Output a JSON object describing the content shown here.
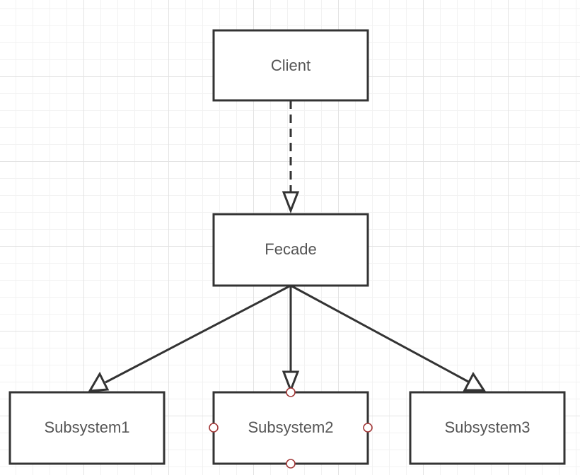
{
  "diagram": {
    "type": "uml-class-diagram",
    "nodes": [
      {
        "id": "client",
        "label": "Client"
      },
      {
        "id": "fecade",
        "label": "Fecade"
      },
      {
        "id": "subsystem1",
        "label": "Subsystem1"
      },
      {
        "id": "subsystem2",
        "label": "Subsystem2",
        "selected": true
      },
      {
        "id": "subsystem3",
        "label": "Subsystem3"
      }
    ],
    "edges": [
      {
        "from": "client",
        "to": "fecade",
        "style": "dashed",
        "arrow": "hollow-triangle"
      },
      {
        "from": "fecade",
        "to": "subsystem1",
        "style": "solid",
        "arrow": "hollow-triangle"
      },
      {
        "from": "fecade",
        "to": "subsystem2",
        "style": "solid",
        "arrow": "hollow-triangle"
      },
      {
        "from": "fecade",
        "to": "subsystem3",
        "style": "solid",
        "arrow": "hollow-triangle"
      }
    ]
  },
  "colors": {
    "box_stroke": "#333333",
    "label_text": "#555555",
    "grid_line": "#e3e3e3",
    "selection_handle": "#a33a3a"
  }
}
